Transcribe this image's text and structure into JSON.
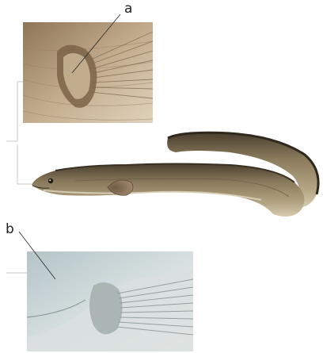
{
  "labels": {
    "a": "a",
    "b": "b"
  },
  "colors": {
    "eel_body": "#8a7a5e",
    "eel_back": "#3e3527",
    "eel_belly": "#cfc3a6",
    "inset_a_bg": "#b89f80",
    "inset_b_bg": "#c9d3d4",
    "bracket": "#c8c8c8",
    "leader": "#333333"
  },
  "icons": {
    "eel": "eel-illustration",
    "inset_a": "gill-opening-closeup",
    "inset_b": "pectoral-fin-closeup"
  }
}
